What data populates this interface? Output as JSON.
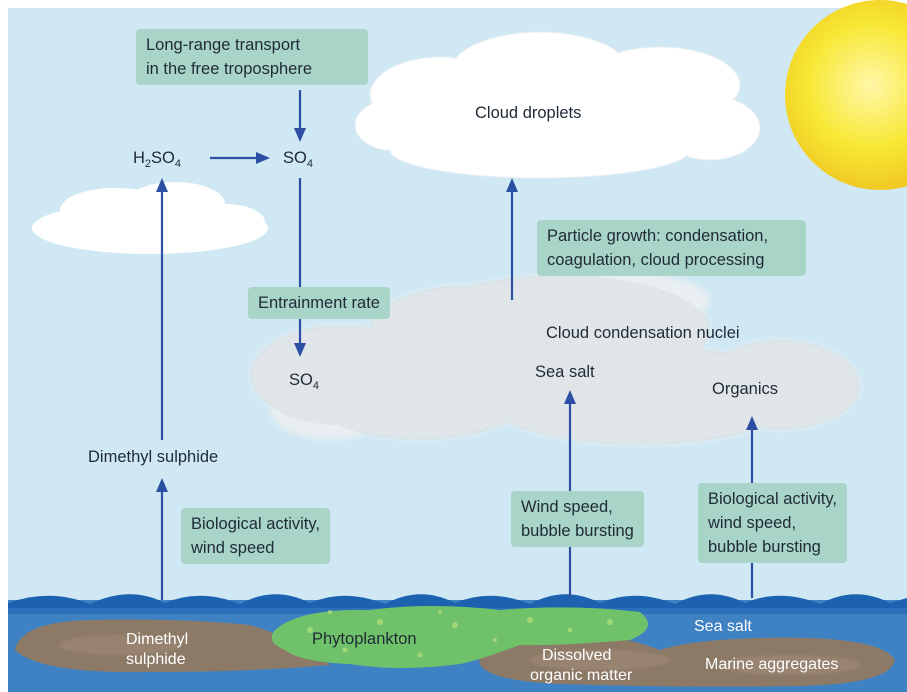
{
  "labels": {
    "long_range_line1": "Long-range transport",
    "long_range_line2": "in the free troposphere",
    "cloud_droplets": "Cloud droplets",
    "h2so4_h": "H",
    "h2so4_2": "2",
    "h2so4_so": "SO",
    "h2so4_4": "4",
    "so4_top_so": "SO",
    "so4_top_4": "4",
    "entrainment_rate": "Entrainment rate",
    "so4_cloud_so": "SO",
    "so4_cloud_4": "4",
    "particle_growth_line1": "Particle growth: condensation,",
    "particle_growth_line2": "coagulation, cloud processing",
    "ccn": "Cloud condensation nuclei",
    "sea_salt_air": "Sea salt",
    "organics": "Organics",
    "dimethyl_sulphide": "Dimethyl sulphide",
    "bio_wind_line1": "Biological activity,",
    "bio_wind_line2": "wind speed",
    "wind_bubble_line1": "Wind speed,",
    "wind_bubble_line2": "bubble bursting",
    "bio_wind_bubble_line1": "Biological activity,",
    "bio_wind_bubble_line2": "wind speed,",
    "bio_wind_bubble_line3": "bubble bursting",
    "ocean_dms_line1": "Dimethyl",
    "ocean_dms_line2": "sulphide",
    "phytoplankton": "Phytoplankton",
    "dom_line1": "Dissolved",
    "dom_line2": "organic matter",
    "ocean_sea_salt": "Sea salt",
    "marine_aggregates": "Marine aggregates"
  },
  "colors": {
    "sky": "#cfe8f3",
    "box": "#a9d4c8",
    "arrow": "#2c4fa3",
    "ocean": "#3f82c4",
    "wave": "#1d62b0",
    "sediment": "#8d7a66",
    "phytoplankton": "#6fc26a",
    "sun": "#f5e62a"
  }
}
